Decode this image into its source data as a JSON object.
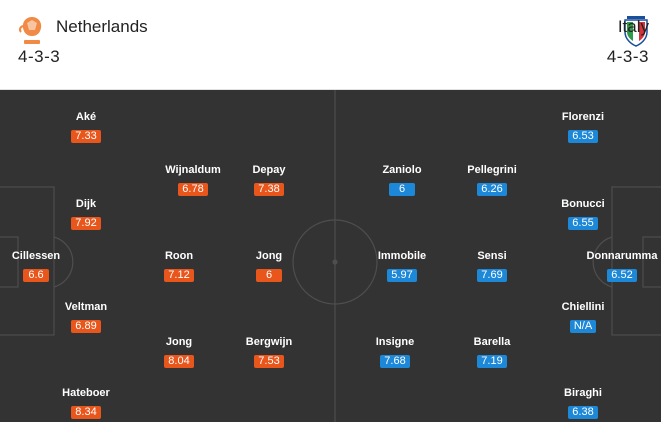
{
  "home": {
    "name": "Netherlands",
    "formation": "4-3-3",
    "logo_icon": "lion-crest-icon",
    "color": "#e8561c",
    "players": [
      {
        "name": "Aké",
        "rating": "7.33"
      },
      {
        "name": "Wijnaldum",
        "rating": "6.78"
      },
      {
        "name": "Depay",
        "rating": "7.38"
      },
      {
        "name": "Dijk",
        "rating": "7.92"
      },
      {
        "name": "Cillessen",
        "rating": "6.6"
      },
      {
        "name": "Roon",
        "rating": "7.12"
      },
      {
        "name": "Jong",
        "rating": "6"
      },
      {
        "name": "Veltman",
        "rating": "6.89"
      },
      {
        "name": "Jong",
        "rating": "8.04"
      },
      {
        "name": "Bergwijn",
        "rating": "7.53"
      },
      {
        "name": "Hateboer",
        "rating": "8.34"
      }
    ]
  },
  "away": {
    "name": "Italy",
    "formation": "4-3-3",
    "logo_icon": "italy-shield-icon",
    "color": "#1e88d8",
    "players": [
      {
        "name": "Florenzi",
        "rating": "6.53"
      },
      {
        "name": "Zaniolo",
        "rating": "6"
      },
      {
        "name": "Pellegrini",
        "rating": "6.26"
      },
      {
        "name": "Bonucci",
        "rating": "6.55"
      },
      {
        "name": "Immobile",
        "rating": "5.97"
      },
      {
        "name": "Sensi",
        "rating": "7.69"
      },
      {
        "name": "Donnarumma",
        "rating": "6.52"
      },
      {
        "name": "Chiellini",
        "rating": "N/A"
      },
      {
        "name": "Insigne",
        "rating": "7.68"
      },
      {
        "name": "Barella",
        "rating": "7.19"
      },
      {
        "name": "Biraghi",
        "rating": "6.38"
      }
    ]
  },
  "pitch_color": "#333333"
}
